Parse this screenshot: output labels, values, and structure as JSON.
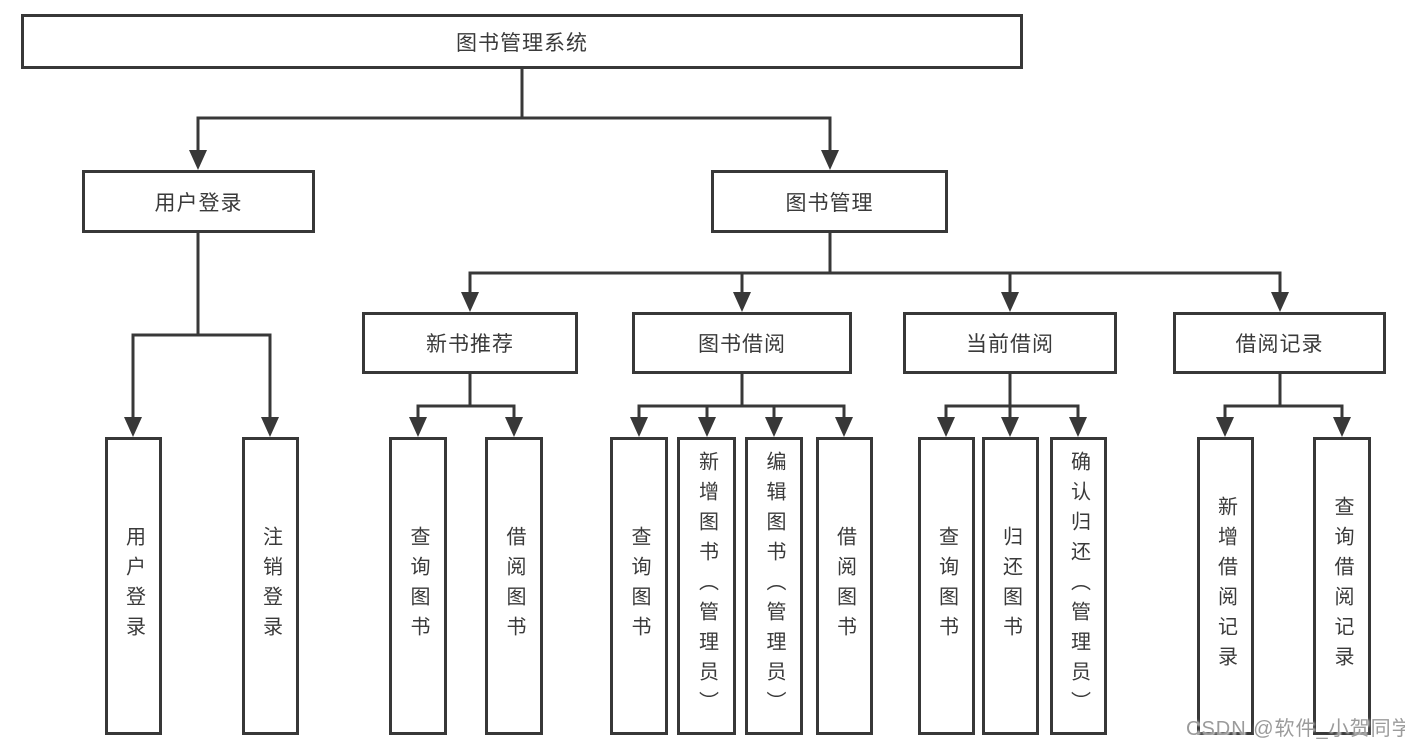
{
  "tree": {
    "label": "图书管理系统",
    "children": [
      {
        "label": "用户登录",
        "children": [
          {
            "label": "用户登录"
          },
          {
            "label": "注销登录"
          }
        ]
      },
      {
        "label": "图书管理",
        "children": [
          {
            "label": "新书推荐",
            "children": [
              {
                "label": "查询图书"
              },
              {
                "label": "借阅图书"
              }
            ]
          },
          {
            "label": "图书借阅",
            "children": [
              {
                "label": "查询图书"
              },
              {
                "label": "新增图书（管理员）"
              },
              {
                "label": "编辑图书（管理员）"
              },
              {
                "label": "借阅图书"
              }
            ]
          },
          {
            "label": "当前借阅",
            "children": [
              {
                "label": "查询图书"
              },
              {
                "label": "归还图书"
              },
              {
                "label": "确认归还（管理员）"
              }
            ]
          },
          {
            "label": "借阅记录",
            "children": [
              {
                "label": "新增借阅记录"
              },
              {
                "label": "查询借阅记录"
              }
            ]
          }
        ]
      }
    ]
  },
  "watermark": "CSDN @软件_小贺同学",
  "colors": {
    "line": "#383838",
    "text": "#3a3a3a",
    "background": "#ffffff",
    "watermark": "#9b9b9b"
  }
}
